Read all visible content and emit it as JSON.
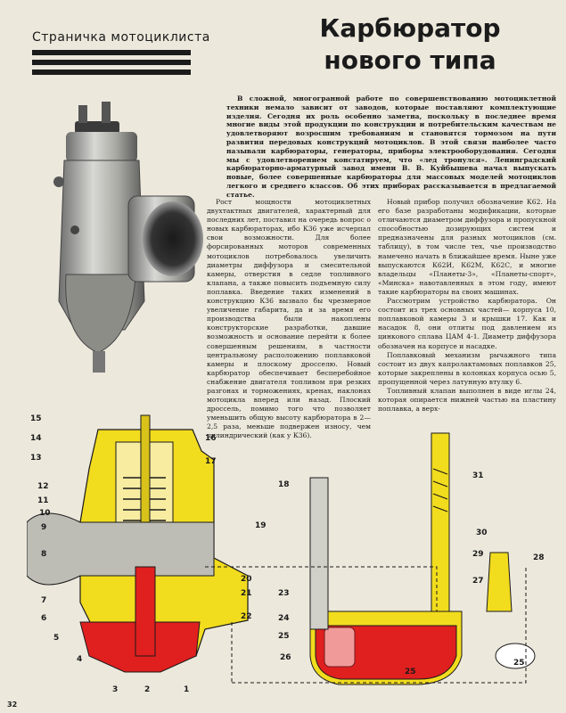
{
  "rubric": "Страничка мотоциклиста",
  "title_line1": "Карбюратор",
  "title_line2": "нового типа",
  "lead": "В сложной, многогранной работе по совершенствованию мотоциклетной техники немало зависит от заводов, которые поставляют комплектующие изделия. Сегодня их роль особенно заметна, поскольку в последнее время многие виды этой продукции по конструкции и потребительским качествам не удовлетворяют возросшим требованиям и становятся тормозом на пути развития передовых конструкций мотоциклов. В этой связи наиболее часто называли карбюраторы, генераторы, приборы электрооборудования. Сегодня мы с удовлетворением констатируем, что «лед тронулся». Ленинградский карбюраторно-арматурный завод имени В. В. Куйбышева начал выпускать новые, более совершенные карбюраторы для массовых моделей мотоциклов легкого и среднего классов. Об этих приборах рассказывается в предлагаемой статье.",
  "col1_text": "Рост мощности мотоциклетных двухтактных двигателей, характерный для последних лет, поставил на очередь вопрос о новых карбюраторах, ибо К36 уже исчерпал свои возможности. Для более форсированных моторов современных мотоциклов потребовалось увеличить диаметры диффузора и смесительной камеры, отверстия в седле топливного клапана, а также повысить подъемную силу поплавка. Введение таких изменений в конструкцию К36 вызвало бы чрезмерное увеличение габарита, да и за время его производства были накоплены конструкторские разработки, давшие возможность и основание перейти к более совершенным решениям, в частности центральному расположению поплавковой камеры и плоскому дросселю. Новый карбюратор обеспечивает бесперебойное снабжение двигателя топливом при резких разгонах и торможениях, кренах, наклонах мотоцикла вперед или назад. Плоский дроссель, помимо того что позволяет уменьшить общую высоту карбюратора в 2—2,5 раза, меньше подвержен износу, чем цилиндрический (как у К36).",
  "col2_p1": "Новый прибор получил обозначение К62. На его базе разработаны модификации, которые отличаются диаметром диффузора и пропускной способностью дозирующих систем и предназначены для разных мотоциклов (см. таблицу), в том числе тех, чье производство намечено начать в ближайшее время. Ныне уже выпускаются К62И, К62М, К62С, и многие владельцы «Планеты-3», «Планеты-спорт», «Минска» навотавленных в этом году, имеют такие карбюраторы на своих машинах.",
  "col2_p2": "Рассмотрим устройство карбюратора. Он состоит из трех основных частей— корпуса 10, поплавковой камеры 3 и крышки 17. Как и насадок 8, они отлиты под давлением из цинкового сплава ЦАМ 4-1. Диаметр диффузора обозначен на корпусе и насадке.",
  "col2_p3": "Поплавковый механизм рычажного типа состоит из двух капролактамовых поплавков 25, которые закреплены в колонках корпуса осью 5, пропущенной через латунную втулку 6.",
  "col2_p4": "Топливный клапан выполнен в виде иглы 24, которая опирается нижней частью на пластину поплавка, а верх-",
  "callouts_left": [
    "15",
    "14",
    "13",
    "12",
    "11",
    "10",
    "9",
    "8",
    "7",
    "6",
    "5",
    "4",
    "3",
    "2",
    "1"
  ],
  "callouts_right": [
    "16",
    "17",
    "18",
    "19",
    "20",
    "21",
    "22",
    "23",
    "24",
    "25",
    "26",
    "27",
    "28",
    "29",
    "30",
    "31",
    "25",
    "25"
  ],
  "page_number": "32",
  "colors": {
    "fuel_red": "#e01f1f",
    "body_yellow": "#f2dc1e",
    "outline": "#1a1a1a"
  },
  "photo_icon": "carburetor-photo"
}
